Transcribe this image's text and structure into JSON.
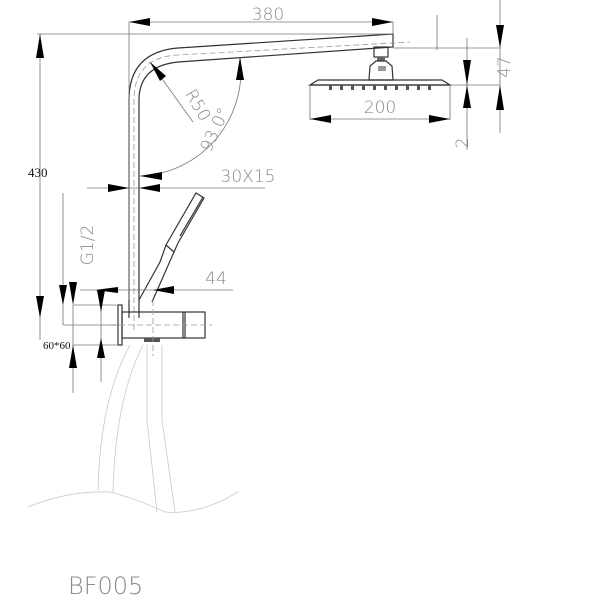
{
  "drawing": {
    "model": "BF005",
    "dimensions": {
      "arm_length": "380",
      "total_height": "430",
      "head_width": "200",
      "head_height": "47",
      "head_thickness": "2",
      "bend_radius": "R50",
      "bend_angle": "93.0°",
      "pipe_section": "30X15",
      "outlet_offset": "44",
      "thread": "G1/2",
      "bracket_size": "60*60"
    }
  }
}
